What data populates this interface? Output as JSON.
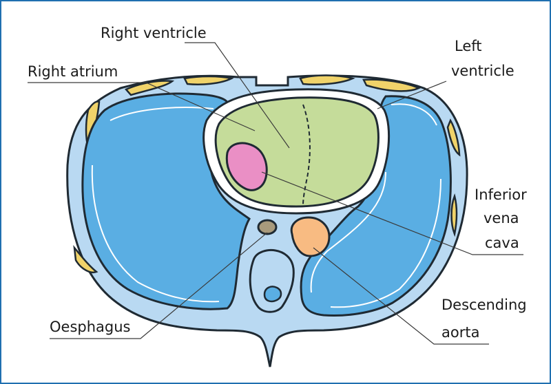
{
  "labels": {
    "right_ventricle": "Right ventricle",
    "right_atrium": "Right atrium",
    "left_ventricle_line1": "Left",
    "left_ventricle_line2": "ventricle",
    "ivc_line1": "Inferior",
    "ivc_line2": "vena",
    "ivc_line3": "cava",
    "oesophagus": "Oesphagus",
    "desc_aorta_line1": "Descending",
    "desc_aorta_line2": "aorta"
  },
  "colors": {
    "frame": "#1f6fb0",
    "lung": "#5aaee3",
    "tissue": "#b9d9f2",
    "heart": "#c5dc9a",
    "ivc": "#ea8fc5",
    "aorta": "#f8bb82",
    "oesophagus": "#a89a7c",
    "fat": "#f0d36a",
    "outline": "#1f2a33"
  }
}
